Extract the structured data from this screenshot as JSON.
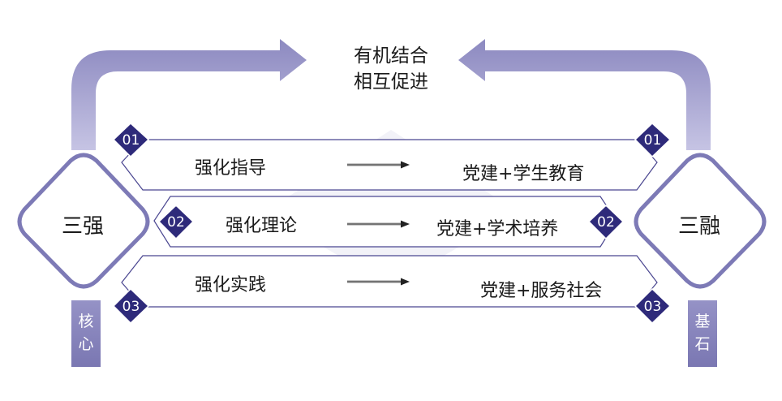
{
  "center_caption": {
    "line1": "有机结合",
    "line2": "相互促进"
  },
  "left_hub": {
    "label": "三强",
    "tab_line1": "核",
    "tab_line2": "心"
  },
  "right_hub": {
    "label": "三融",
    "tab_line1": "基",
    "tab_line2": "石"
  },
  "rows": [
    {
      "badge": "01",
      "left_label": "强化指导",
      "right_label": "党建+学生教育"
    },
    {
      "badge": "02",
      "left_label": "强化理论",
      "right_label": "党建+学术培养"
    },
    {
      "badge": "03",
      "left_label": "强化实践",
      "right_label": "党建+服务社会"
    }
  ],
  "colors": {
    "primary": "#2e2a7a",
    "accent": "#8f8cc0",
    "light": "#c9c7e6"
  }
}
